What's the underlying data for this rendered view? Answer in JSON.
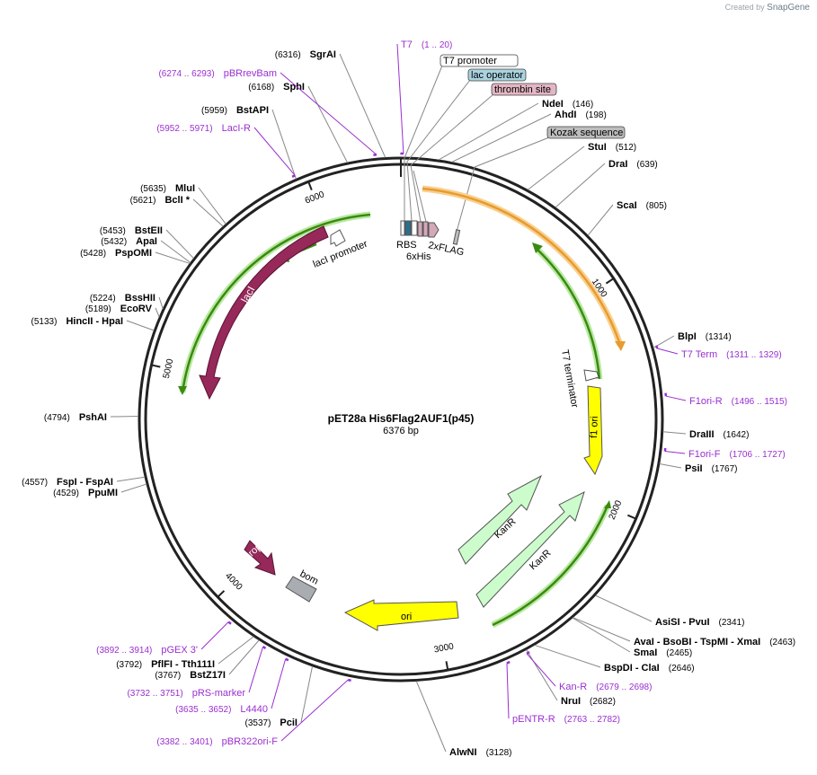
{
  "watermark": {
    "created_by": "Created by",
    "brand": "SnapGene"
  },
  "plasmid": {
    "name": "pET28a His6Flag2AUF1(p45)",
    "size": "6376 bp",
    "length": 6376
  },
  "ticks": [
    {
      "label": "1000",
      "bp": 1000
    },
    {
      "label": "2000",
      "bp": 2000
    },
    {
      "label": "3000",
      "bp": 3000
    },
    {
      "label": "4000",
      "bp": 4000
    },
    {
      "label": "5000",
      "bp": 5000
    },
    {
      "label": "6000",
      "bp": 6000
    }
  ],
  "sites": [
    {
      "name": "SgrAI",
      "pos": "(6316)",
      "bp": 6316
    },
    {
      "name": "SphI",
      "pos": "(6168)",
      "bp": 6168
    },
    {
      "name": "BstAPI",
      "pos": "(5959)",
      "bp": 5959
    },
    {
      "name": "MluI",
      "pos": "(5635)",
      "bp": 5635
    },
    {
      "name": "BclI *",
      "pos": "(5621)",
      "bp": 5621
    },
    {
      "name": "BstEII",
      "pos": "(5453)",
      "bp": 5453
    },
    {
      "name": "ApaI",
      "pos": "(5432)",
      "bp": 5432
    },
    {
      "name": "PspOMI",
      "pos": "(5428)",
      "bp": 5428
    },
    {
      "name": "BssHII",
      "pos": "(5224)",
      "bp": 5224
    },
    {
      "name": "EcoRV",
      "pos": "(5189)",
      "bp": 5189
    },
    {
      "name": "HincII   - HpaI",
      "pos": "(5133)",
      "bp": 5133
    },
    {
      "name": "PshAI",
      "pos": "(4794)",
      "bp": 4794
    },
    {
      "name": "FspI   - FspAI",
      "pos": "(4557)",
      "bp": 4557
    },
    {
      "name": "PpuMI",
      "pos": "(4529)",
      "bp": 4529
    },
    {
      "name": "PflFI   - Tth111I",
      "pos": "(3792)",
      "bp": 3792
    },
    {
      "name": "BstZ17I",
      "pos": "(3767)",
      "bp": 3767
    },
    {
      "name": "PciI",
      "pos": "(3537)",
      "bp": 3537
    },
    {
      "name": "AlwNI",
      "pos": "(3128)",
      "bp": 3128
    },
    {
      "name": "NruI",
      "pos": "(2682)",
      "bp": 2682
    },
    {
      "name": "BspDI   - ClaI",
      "pos": "(2646)",
      "bp": 2646
    },
    {
      "name": "SmaI",
      "pos": "(2465)",
      "bp": 2465
    },
    {
      "name": "AvaI   - BsoBI   - TspMI   - XmaI",
      "pos": "(2463)",
      "bp": 2463
    },
    {
      "name": "AsiSI   - PvuI",
      "pos": "(2341)",
      "bp": 2341
    },
    {
      "name": "PsiI",
      "pos": "(1767)",
      "bp": 1767
    },
    {
      "name": "DraIII",
      "pos": "(1642)",
      "bp": 1642
    },
    {
      "name": "BlpI",
      "pos": "(1314)",
      "bp": 1314
    },
    {
      "name": "ScaI",
      "pos": "(805)",
      "bp": 805
    },
    {
      "name": "DraI",
      "pos": "(639)",
      "bp": 639
    },
    {
      "name": "StuI",
      "pos": "(512)",
      "bp": 512
    },
    {
      "name": "AhdI",
      "pos": "(198)",
      "bp": 198
    },
    {
      "name": "NdeI",
      "pos": "(146)",
      "bp": 146
    }
  ],
  "primers": [
    {
      "name": "T7",
      "range": "(1 .. 20)",
      "bp": 10
    },
    {
      "name": "pBRrevBam",
      "range": "(6274 .. 6293)",
      "bp": 6283
    },
    {
      "name": "LacI-R",
      "range": "(5952 .. 5971)",
      "bp": 5961
    },
    {
      "name": "pGEX 3'",
      "range": "(3892 .. 3914)",
      "bp": 3903
    },
    {
      "name": "pRS-marker",
      "range": "(3732 .. 3751)",
      "bp": 3741
    },
    {
      "name": "L4440",
      "range": "(3635 .. 3652)",
      "bp": 3643
    },
    {
      "name": "pBR322ori-F",
      "range": "(3382 .. 3401)",
      "bp": 3391
    },
    {
      "name": "pENTR-R",
      "range": "(2763 .. 2782)",
      "bp": 2772
    },
    {
      "name": "Kan-R",
      "range": "(2679 .. 2698)",
      "bp": 2688
    },
    {
      "name": "F1ori-F",
      "range": "(1706 .. 1727)",
      "bp": 1716
    },
    {
      "name": "F1ori-R",
      "range": "(1496 .. 1515)",
      "bp": 1505
    },
    {
      "name": "T7 Term",
      "range": "(1311 .. 1329)",
      "bp": 1320
    }
  ],
  "boxed_features": [
    {
      "name": "T7 promoter",
      "fill": "#ffffff"
    },
    {
      "name": "lac operator",
      "fill": "#a9d3df"
    },
    {
      "name": "thrombin site",
      "fill": "#e3b6c3"
    },
    {
      "name": "Kozak sequence",
      "fill": "#bdbdbd"
    }
  ],
  "features": {
    "laci": "lacI",
    "laci_promoter": "lacI promoter",
    "f1_ori": "f1 ori",
    "t7_terminator": "T7 terminator",
    "kanr1": "KanR",
    "kanr2": "KanR",
    "ori": "ori",
    "rop": "rop",
    "bom": "bom",
    "rbs": "RBS",
    "his": "6xHis",
    "flag": "2xFLAG"
  },
  "colors": {
    "restriction_label": "#000000",
    "primer": "#9a2fd0",
    "laci": "#96285a",
    "f1_ori": "#ffff00",
    "ori": "#ffff00",
    "kanr": "#ccfccc",
    "orf_highlight": "#f5a623",
    "green_orf": "#3a8a10"
  }
}
